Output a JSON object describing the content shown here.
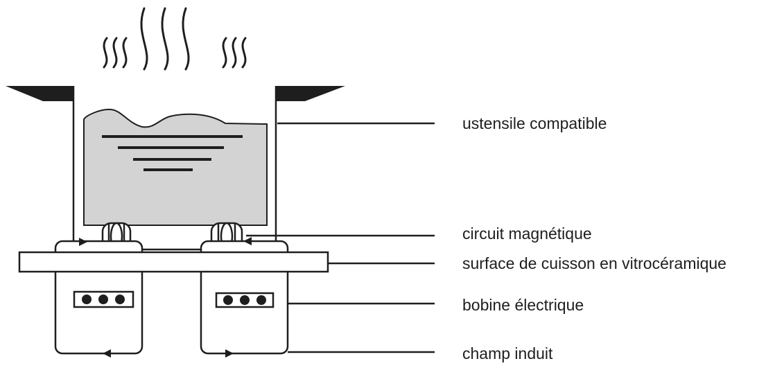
{
  "labels": {
    "utensil": "ustensile compatible",
    "magnetic_circuit": "circuit magnétique",
    "cooking_surface": "surface de cuisson en vitrocéramique",
    "coil": "bobine électrique",
    "induced_field": "champ induit"
  },
  "colors": {
    "stroke": "#1e1e1e",
    "contents_fill": "#d3d3d3",
    "background": "#ffffff"
  }
}
